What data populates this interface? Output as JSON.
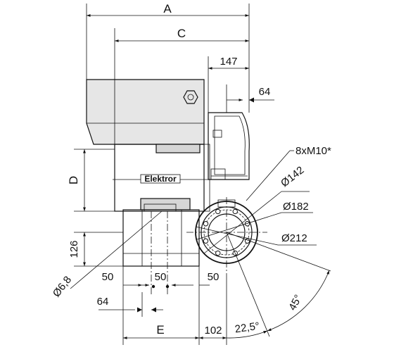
{
  "dimensions": {
    "A": "A",
    "C": "C",
    "D": "D",
    "E": "E",
    "d147": "147",
    "d64_top": "64",
    "d126": "126",
    "d50_left": "50",
    "d50_mid": "50",
    "d50_right": "50",
    "d64_bottom": "64",
    "d102": "102",
    "angle_22_5": "22,5°",
    "angle_45": "45°",
    "dia_6_8": "Ø6,8",
    "dia_142": "Ø142",
    "dia_182": "Ø182",
    "dia_212": "Ø212",
    "bolts": "8xM10*"
  },
  "labels": {
    "motor_label": "Elektror"
  }
}
